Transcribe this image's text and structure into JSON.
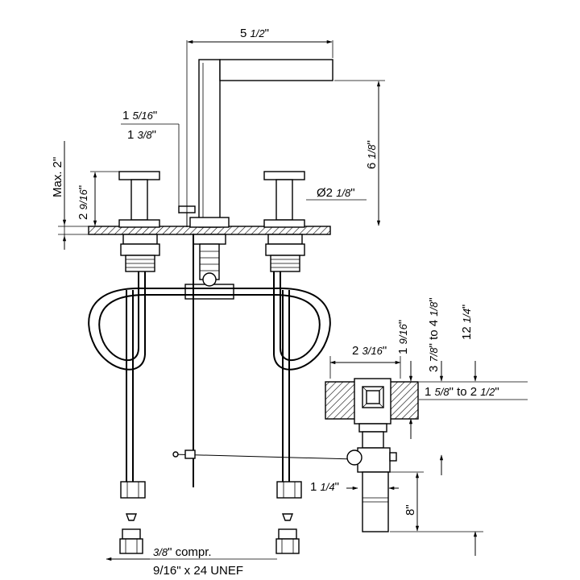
{
  "dimensions": {
    "spout_reach": {
      "whole": "5 ",
      "frac": "1/2",
      "unit": "\""
    },
    "spout_height": {
      "whole": "6 ",
      "frac": "1/8",
      "unit": "\""
    },
    "lever_offset_a": {
      "whole": "1 ",
      "frac": "5/16",
      "unit": "\""
    },
    "lever_offset_b": {
      "whole": "1 ",
      "frac": "3/8",
      "unit": "\""
    },
    "max_deck": "Max. 2\"",
    "handle_height": {
      "whole": "2 ",
      "frac": "9/16",
      "unit": "\""
    },
    "spout_diameter": {
      "whole": "Ø2 ",
      "frac": "1/8",
      "unit": "\""
    },
    "valve_width": {
      "whole": "2 ",
      "frac": "3/16",
      "unit": "\""
    },
    "valve_depth": {
      "whole": "1 ",
      "frac": "9/16",
      "unit": "\""
    },
    "valve_range": {
      "whole": "3 ",
      "frac": "7/8",
      "mid": "\" to 4 ",
      "frac2": "1/8",
      "unit": "\""
    },
    "valve_total": {
      "whole": "12 ",
      "frac": "1/4",
      "unit": "\""
    },
    "deck_range": {
      "whole": "1 ",
      "frac": "5/8",
      "mid": "\" to 2 ",
      "frac2": "1/2",
      "unit": "\""
    },
    "drain_offset": {
      "whole": "1 ",
      "frac": "1/4",
      "unit": "\""
    },
    "tail_length": "8\""
  },
  "connection": {
    "compr": {
      "frac": "3/8",
      "rest": "\" compr."
    },
    "thread": "9/16\" x 24 UNEF"
  }
}
